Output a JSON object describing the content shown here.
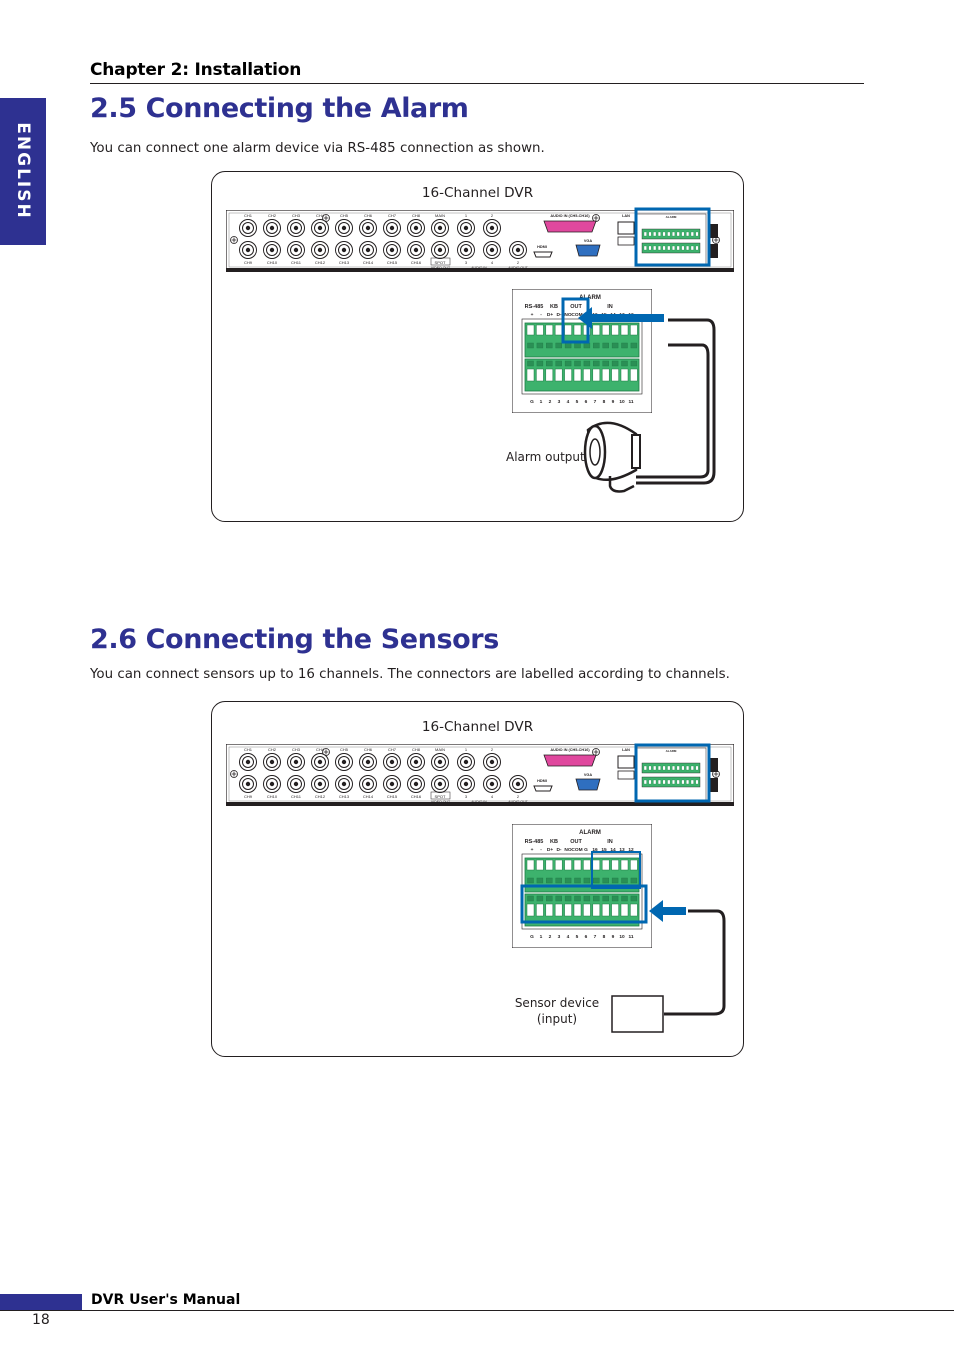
{
  "header": {
    "chapter": "Chapter 2: Installation",
    "side_tab": "ENGLISH"
  },
  "section_alarm": {
    "title": "2.5 Connecting the Alarm",
    "text": "You can connect one alarm device via RS-485 connection as shown.",
    "figure_caption": "16-Channel DVR",
    "device_label": "Alarm output"
  },
  "section_sensors": {
    "title": "2.6 Connecting the Sensors",
    "text": "You can connect sensors up to 16 channels. The connectors are labelled according to channels.",
    "figure_caption": "16-Channel DVR",
    "device_label_line1": "Sensor device",
    "device_label_line2": "(input)"
  },
  "dvr_panel": {
    "top_labels": [
      "CH1",
      "CH2",
      "CH3",
      "CH4",
      "CH5",
      "CH6",
      "CH7",
      "CH8",
      "MAIN",
      "1",
      "2"
    ],
    "bottom_labels": [
      "CH9",
      "CH10",
      "CH11",
      "CH12",
      "CH13",
      "CH14",
      "CH15",
      "CH16",
      "SPOT",
      "3",
      "4",
      "2"
    ],
    "group_labels": {
      "video_out": "VIDEO OUT",
      "audio_in": "AUDIO IN",
      "audio_out": "AUDIO OUT"
    },
    "audio_in_port": "AUDIO IN (CH5-CH16)",
    "hdmi": "HDMI",
    "vga": "VGA",
    "lan": "LAN",
    "alarm": "ALARM"
  },
  "terminal": {
    "alarm": "ALARM",
    "rs485": "RS-485",
    "kb": "KB",
    "out": "OUT",
    "in": "IN",
    "top_pins": [
      "+",
      "-",
      "D+",
      "D-",
      "NO",
      "COM",
      "G",
      "16",
      "15",
      "14",
      "13",
      "12"
    ],
    "bottom_pins": [
      "G",
      "1",
      "2",
      "3",
      "4",
      "5",
      "6",
      "7",
      "8",
      "9",
      "10",
      "11"
    ]
  },
  "footer": {
    "title": "DVR User's Manual",
    "page_number": "18"
  },
  "colors": {
    "brand_blue": "#2e3191",
    "terminal_green": "#3db26d",
    "highlight_blue": "#0067b1"
  }
}
